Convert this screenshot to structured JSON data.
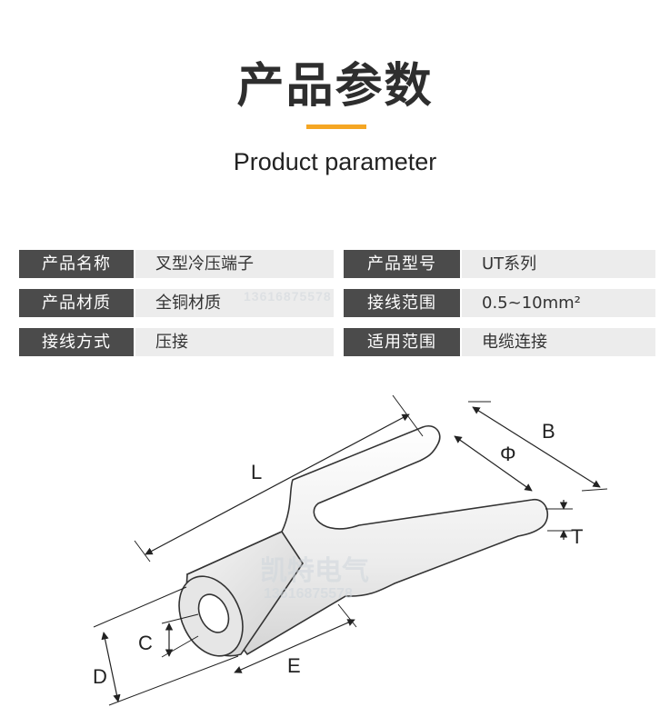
{
  "header": {
    "title_cn": "产品参数",
    "title_en": "Product parameter",
    "accent_color": "#f5a623"
  },
  "specs": [
    {
      "label_a": "产品名称",
      "value_a": "叉型冷压端子",
      "label_b": "产品型号",
      "value_b": "UT系列"
    },
    {
      "label_a": "产品材质",
      "value_a": "全铜材质",
      "label_b": "接线范围",
      "value_b": "0.5~10mm²"
    },
    {
      "label_a": "接线方式",
      "value_a": "压接",
      "label_b": "适用范围",
      "value_b": "电缆连接"
    }
  ],
  "diagram": {
    "labels": {
      "L": "L",
      "B": "B",
      "phi": "Φ",
      "T": "T",
      "C": "C",
      "D": "D",
      "E": "E"
    },
    "watermark_brand": "凯特电气",
    "watermark_phone": "13616875578"
  }
}
